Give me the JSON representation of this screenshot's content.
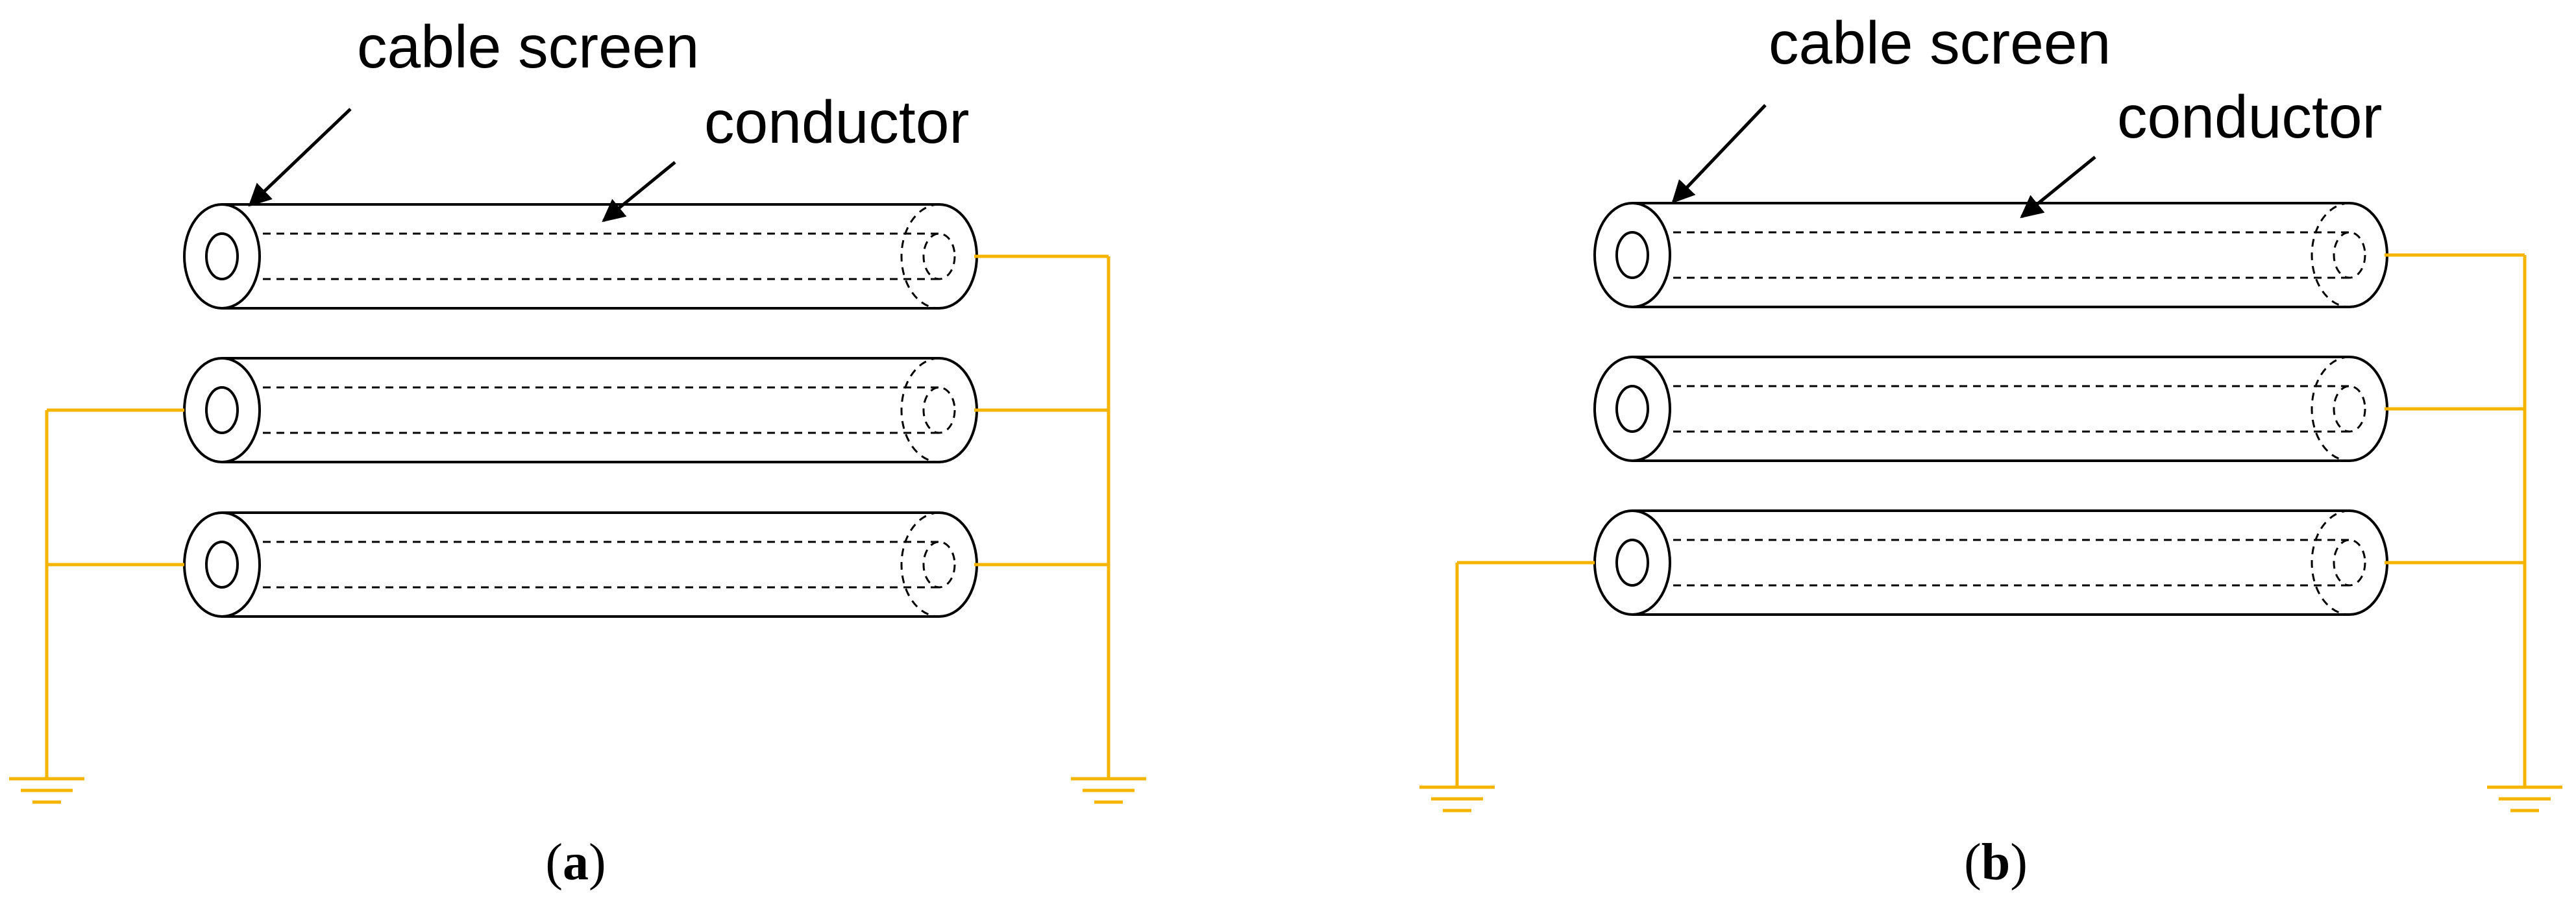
{
  "colors": {
    "ground_wire": "#f5b400",
    "cable_outline": "#000000",
    "background": "#ffffff"
  },
  "panels": [
    {
      "id": "a",
      "caption_open": "(",
      "caption_letter": "a",
      "caption_close": ")",
      "label_cable_screen": "cable screen",
      "label_conductor": "conductor",
      "left_grounded_cables": [
        2,
        3
      ],
      "right_grounded_cables": [
        1,
        2,
        3
      ]
    },
    {
      "id": "b",
      "caption_open": "(",
      "caption_letter": "b",
      "caption_close": ")",
      "label_cable_screen": "cable screen",
      "label_conductor": "conductor",
      "left_grounded_cables": [
        3
      ],
      "right_grounded_cables": [
        1,
        2,
        3
      ]
    }
  ]
}
